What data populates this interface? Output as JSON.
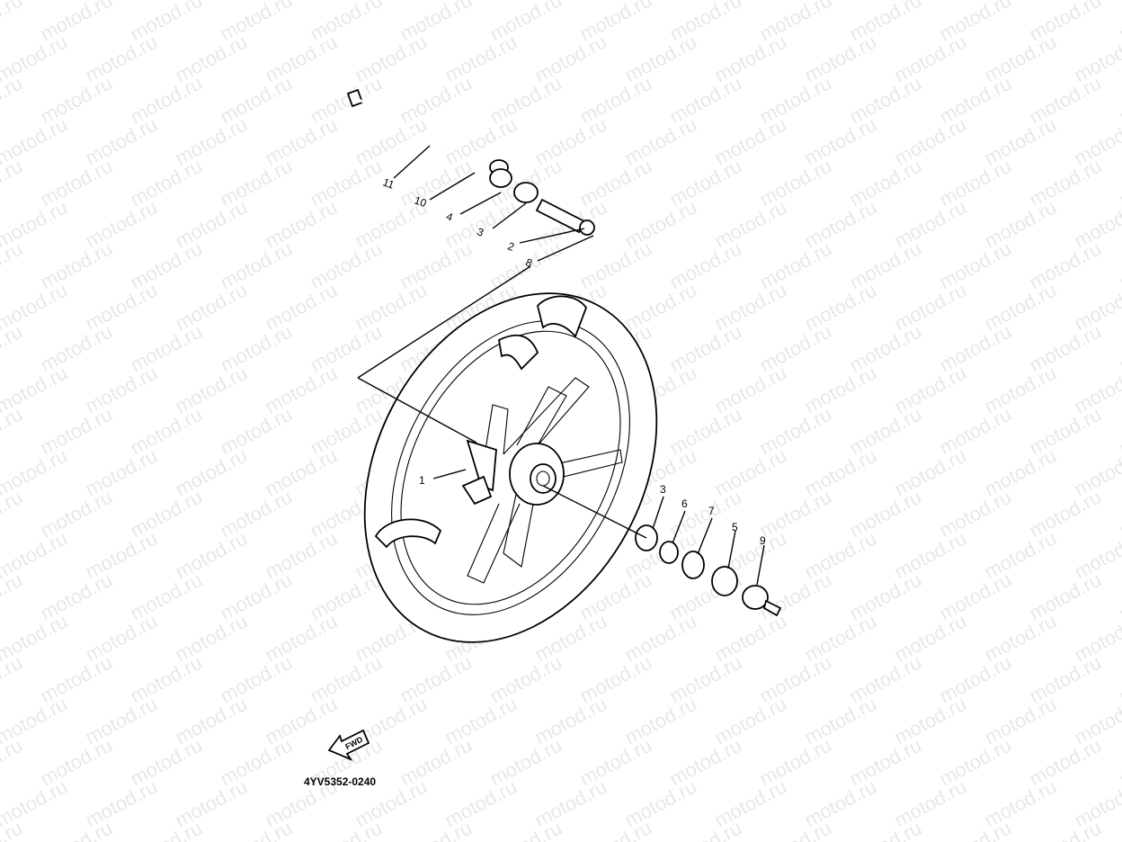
{
  "watermark": {
    "text": "motod.ru"
  },
  "diagram": {
    "code": "4YV5352-0240",
    "direction_badge": "FWD",
    "callouts": [
      "1",
      "2",
      "3",
      "4",
      "10",
      "11",
      "8",
      "3",
      "6",
      "7",
      "5",
      "9"
    ]
  }
}
